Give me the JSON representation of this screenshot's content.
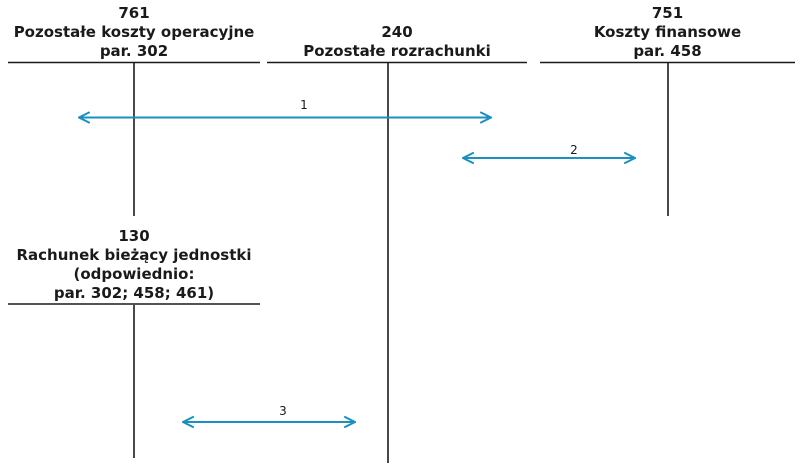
{
  "accounts": {
    "acc761": {
      "number": "761",
      "name": "Pozostałe koszty operacyjne",
      "par": "par. 302"
    },
    "acc240": {
      "number": "240",
      "name": "Pozostałe rozrachunki"
    },
    "acc751": {
      "number": "751",
      "name": "Koszty finansowe",
      "par": "par. 458"
    },
    "acc130": {
      "number": "130",
      "name": "Rachunek bieżący jednostki",
      "note": "(odpowiednio:",
      "par": "par. 302; 458; 461)"
    }
  },
  "arrows": {
    "a1": {
      "label": "1"
    },
    "a2": {
      "label": "2"
    },
    "a3": {
      "label": "3"
    }
  },
  "colors": {
    "arrow": "#1a8fc0",
    "line": "#1a1a1a"
  }
}
